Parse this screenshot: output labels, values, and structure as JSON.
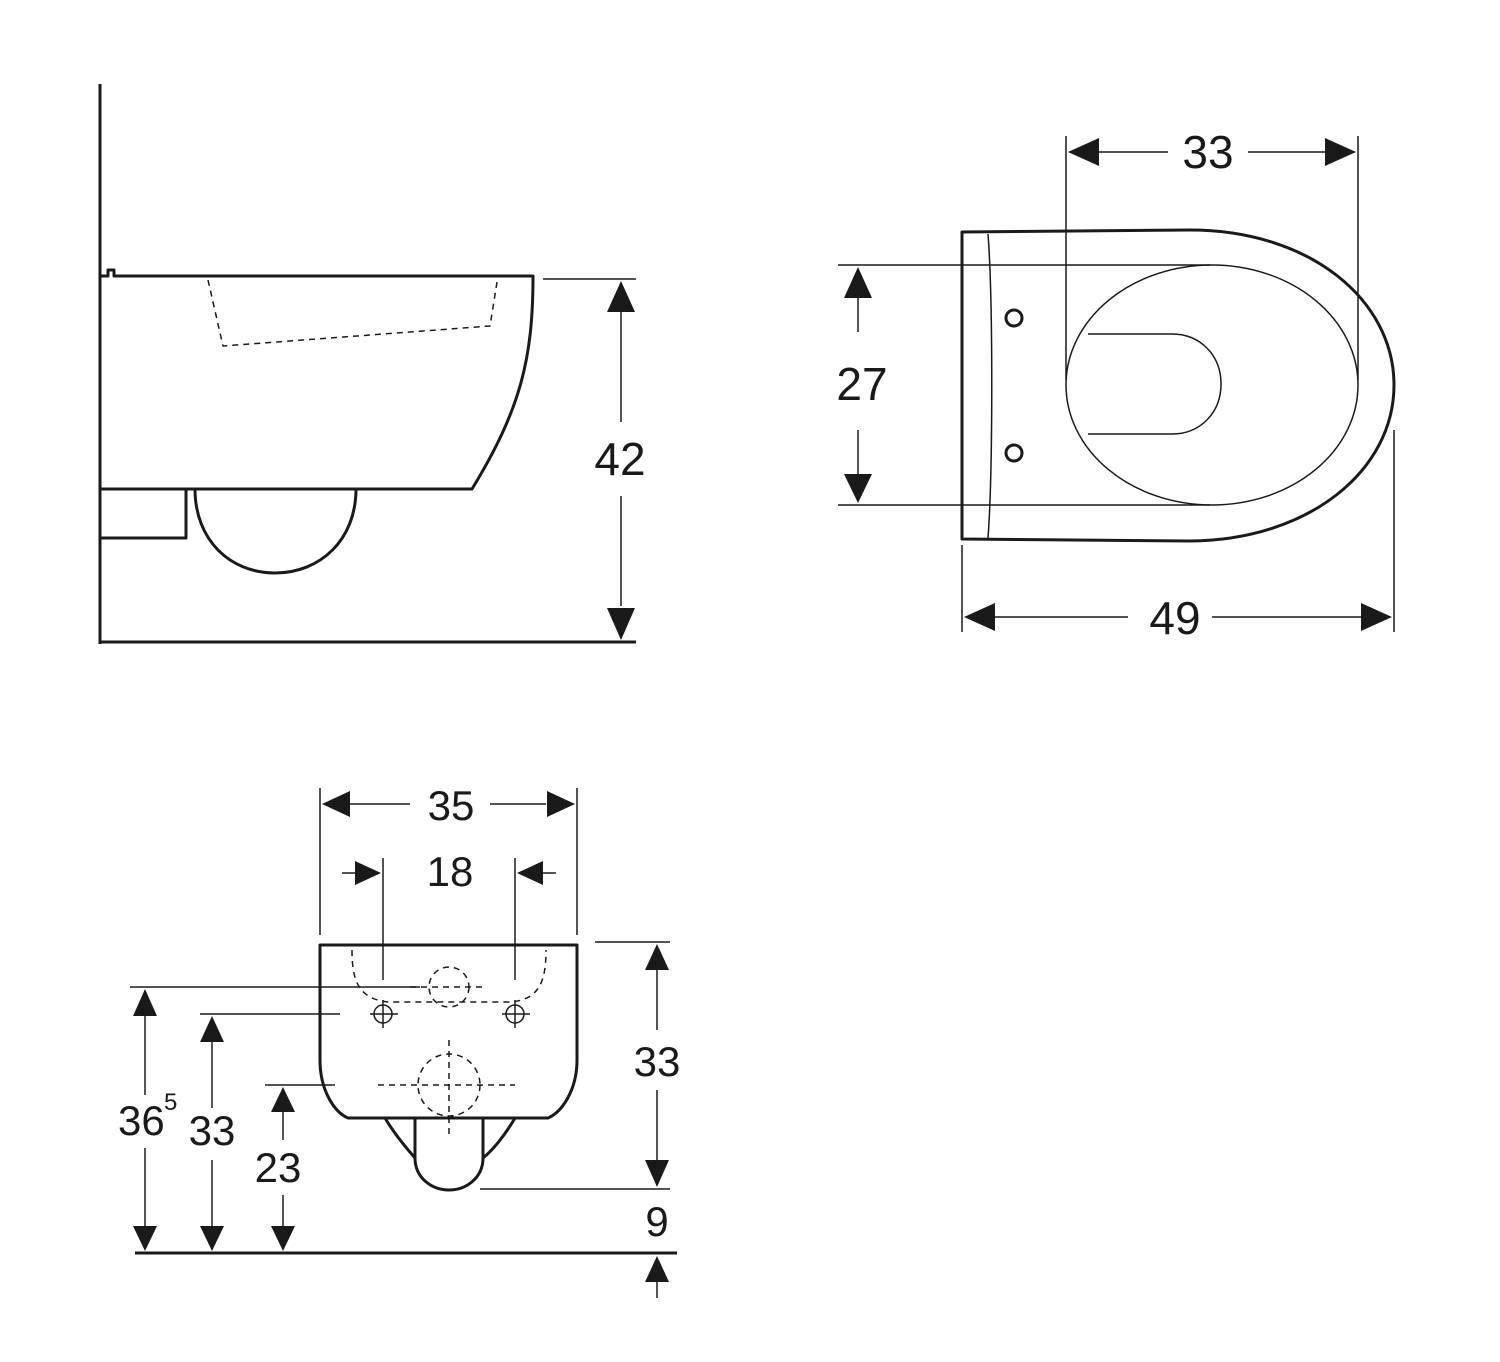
{
  "side_view": {
    "height_label": "42"
  },
  "top_view": {
    "seat_width_label": "33",
    "depth_label": "49",
    "seat_length_label": "27"
  },
  "front_view": {
    "overall_width_label": "35",
    "fixing_spacing_label": "18",
    "bowl_height_label": "33",
    "bottom_gap_label": "9",
    "outlet_height_label": "23",
    "fixing_height_label": "33",
    "top_fixing_height_main": "36",
    "top_fixing_height_sup": "5"
  }
}
